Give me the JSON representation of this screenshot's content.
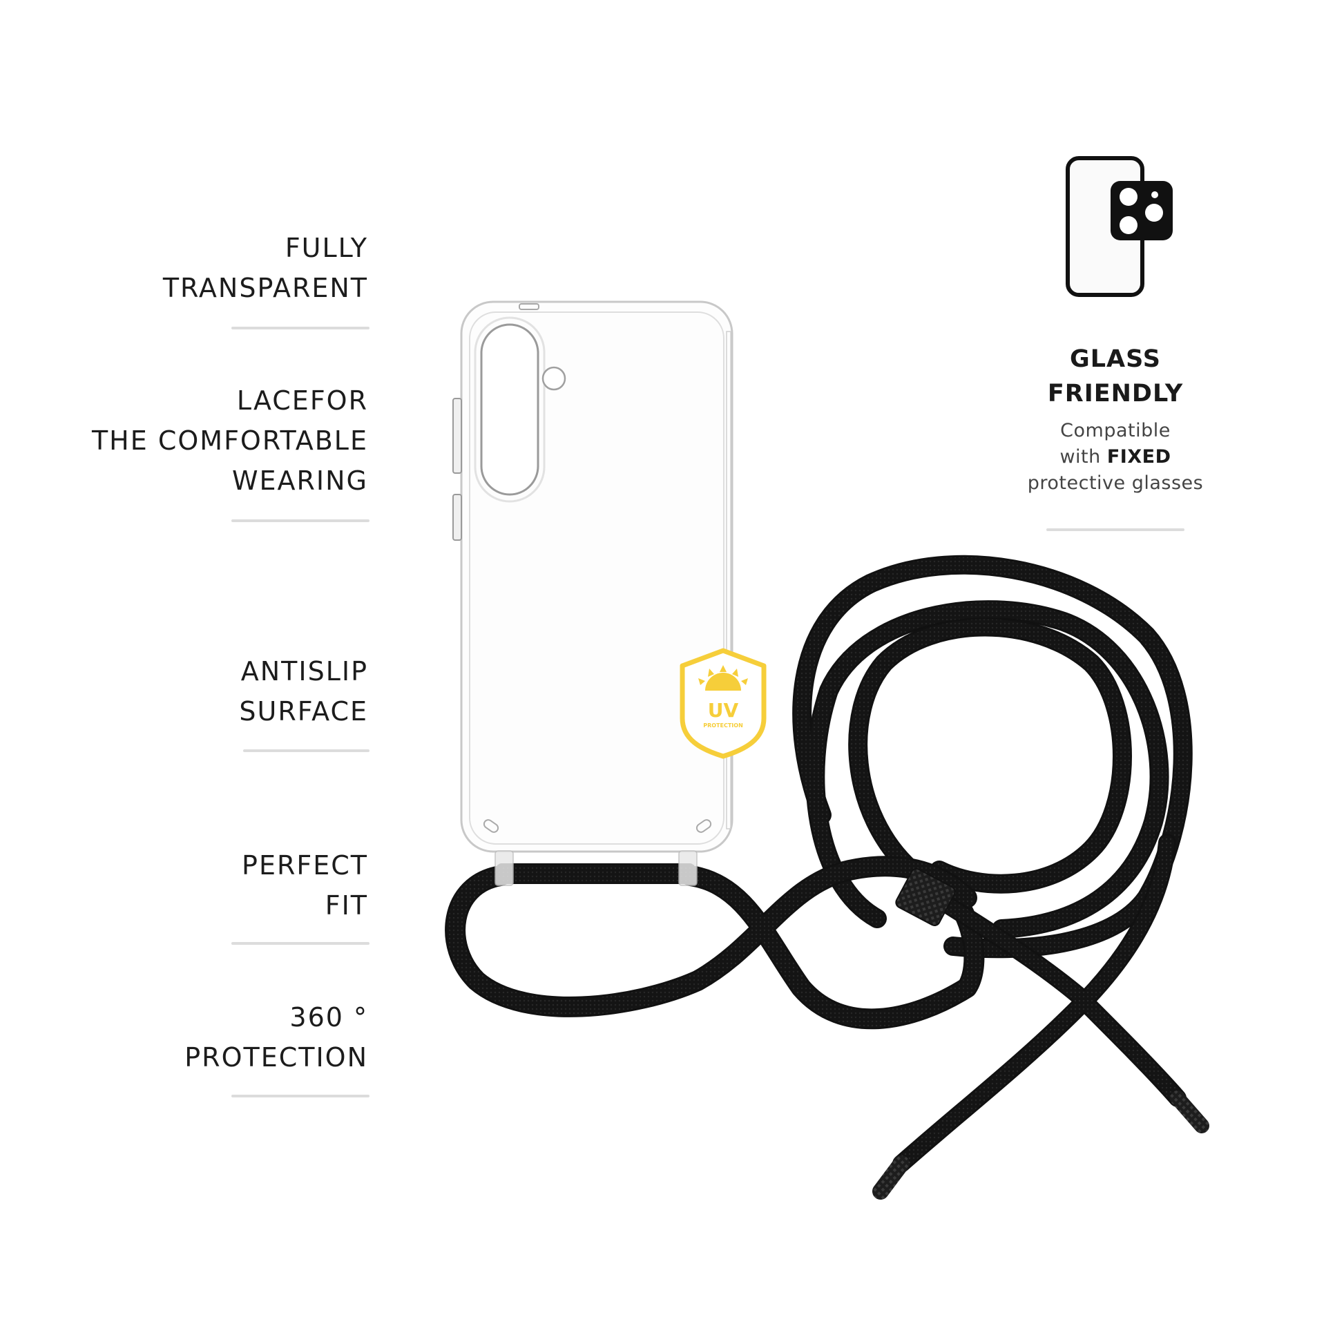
{
  "features": [
    {
      "lines": [
        "FULLY",
        "TRANSPARENT"
      ]
    },
    {
      "lines": [
        "LACEFOR",
        "THE COMFORTABLE",
        "WEARING"
      ]
    },
    {
      "lines": [
        "ANTISLIP",
        "SURFACE"
      ]
    },
    {
      "lines": [
        "PERFECT",
        "FIT"
      ]
    },
    {
      "lines": [
        "360 °",
        "PROTECTION"
      ]
    }
  ],
  "glass_friendly": {
    "icon": "phone-camera-glass-icon",
    "title_line1": "GLASS",
    "title_line2": "FRIENDLY",
    "sub_line1": "Compatible",
    "sub_line2_prefix": "with ",
    "sub_line2_bold": "FIXED",
    "sub_line3": "protective glasses"
  },
  "badge": {
    "icon": "uv-shield-icon",
    "main": "UV",
    "small": "PROTECTION",
    "color": "#F6CE3A"
  },
  "product": {
    "case": "transparent-phone-case",
    "cord_color": "#111111"
  },
  "colors": {
    "text": "#1c1c1c",
    "divider": "#dcdcdc",
    "background": "#ffffff"
  }
}
